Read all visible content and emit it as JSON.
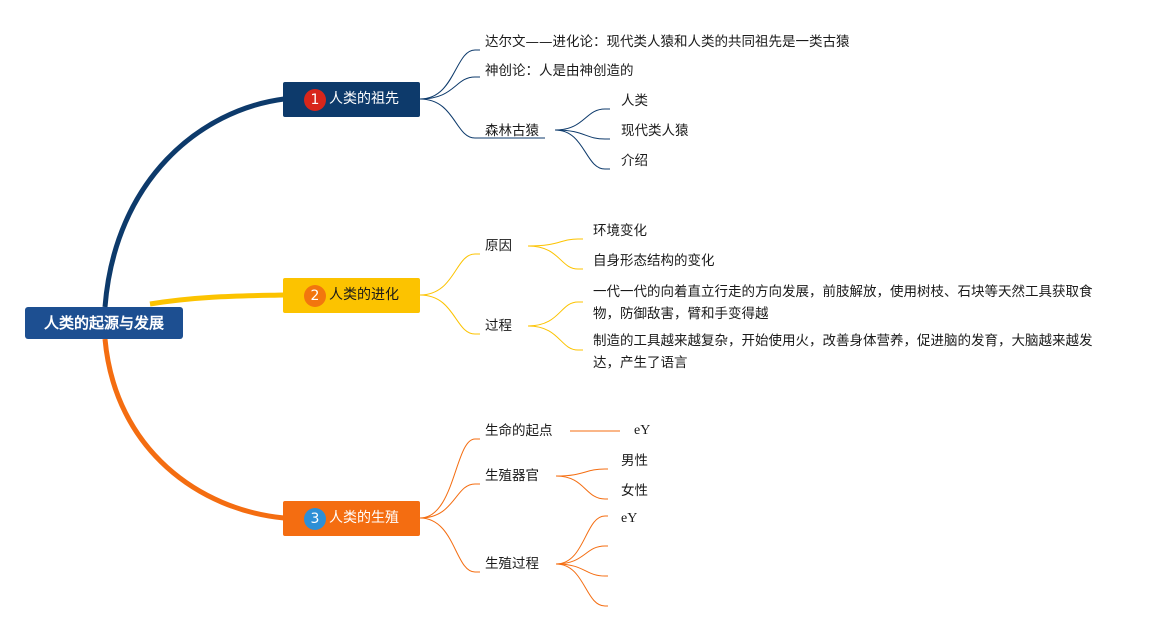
{
  "root": "人类的起源与发展",
  "branches": [
    {
      "num": "1",
      "label": "人类的祖先",
      "color": "#0d3a6b",
      "badge": "#d8261b",
      "items": [
        {
          "label": "达尔文——进化论：现代类人猿和人类的共同祖先是一类古猿"
        },
        {
          "label": "神创论：人是由神创造的"
        },
        {
          "label": "森林古猿",
          "children": [
            "人类",
            "现代类人猿",
            "介绍"
          ]
        }
      ]
    },
    {
      "num": "2",
      "label": "人类的进化",
      "color": "#fcc300",
      "badge": "#f2760e",
      "items": [
        {
          "label": "原因",
          "children": [
            "环境变化",
            "自身形态结构的变化"
          ]
        },
        {
          "label": "过程",
          "children": [
            "一代一代的向着直立行走的方向发展，前肢解放，使用树枝、石块等天然工具获取食物，防御敌害，臂和手变得越",
            "制造的工具越来越复杂，开始使用火，改善身体营养，促进脑的发育，大脑越来越发达，产生了语言"
          ]
        }
      ]
    },
    {
      "num": "3",
      "label": "人类的生殖",
      "color": "#f46d11",
      "badge": "#2e8fd6",
      "items": [
        {
          "label": "生命的起点",
          "children": [
            "eY"
          ]
        },
        {
          "label": "生殖器官",
          "children": [
            "男性",
            "女性"
          ]
        },
        {
          "label": "生殖过程",
          "children": [
            "eY",
            "",
            "",
            ""
          ]
        }
      ]
    }
  ]
}
